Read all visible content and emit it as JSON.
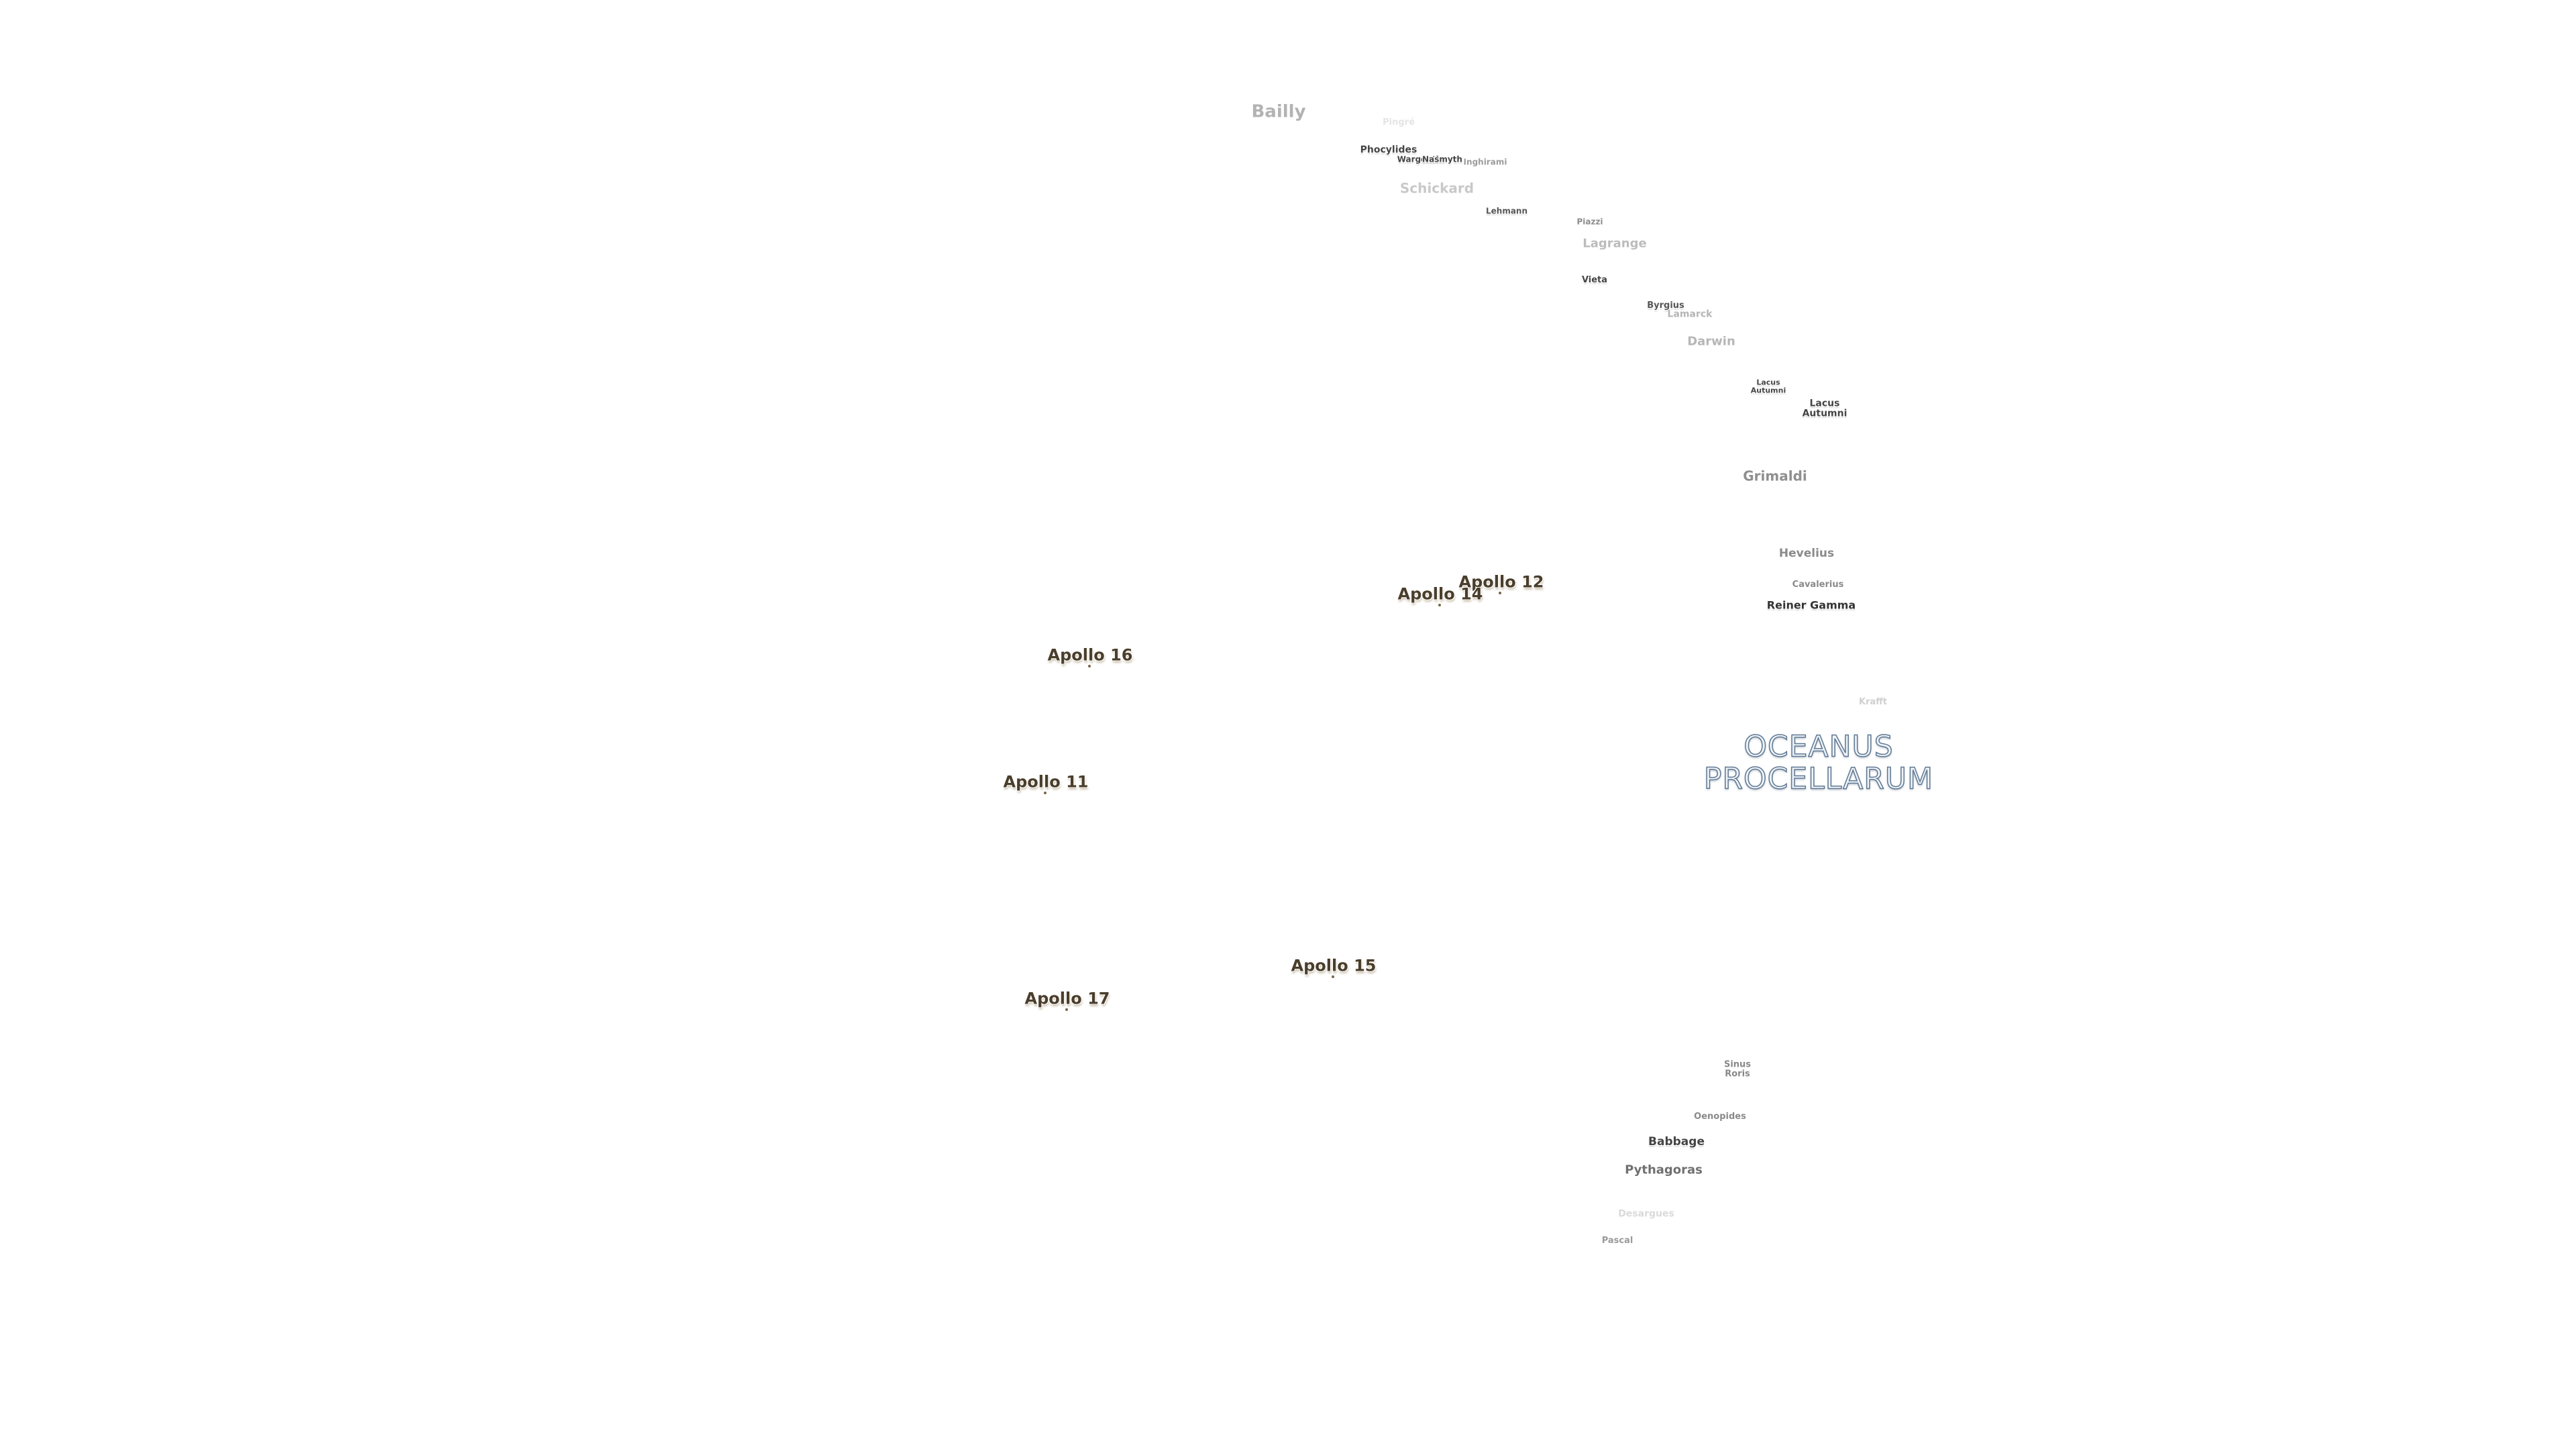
{
  "map": {
    "ocean": {
      "line1": "OCEANUS",
      "line2": "PROCELLARUM"
    },
    "craters": {
      "bailly": "Bailly",
      "pingre": "Pingré",
      "phocylides": "Phocylides",
      "wargentin": "Wargentin",
      "nasmyth": "Nasmyth",
      "inghirami": "Inghirami",
      "schickard": "Schickard",
      "lehmann": "Lehmann",
      "piazzi": "Piazzi",
      "lagrange": "Lagrange",
      "vieta": "Vieta",
      "byrgius": "Byrgius",
      "lamarck": "Lamarck",
      "darwin": "Darwin",
      "lacus_autumni_1": "Lacus",
      "lacus_autumni_2": "Autumni",
      "grimaldi": "Grimaldi",
      "hevelius": "Hevelius",
      "cavalerius": "Cavalerius",
      "reiner_gamma": "Reiner Gamma",
      "krafft": "Krafft",
      "sinus_roris_1": "Sinus",
      "sinus_roris_2": "Roris",
      "oenopides": "Oenopides",
      "babbage": "Babbage",
      "pythagoras": "Pythagoras",
      "desargues": "Desargues",
      "pascal": "Pascal"
    },
    "apollo": {
      "a11": "Apollo 11",
      "a12": "Apollo 12",
      "a14": "Apollo 14",
      "a15": "Apollo 15",
      "a16": "Apollo 16",
      "a17": "Apollo 17"
    },
    "colors": {
      "background": "#ffffff",
      "ocean_stroke": "#5f7892",
      "apollo_text": "#4a3e2c"
    }
  }
}
